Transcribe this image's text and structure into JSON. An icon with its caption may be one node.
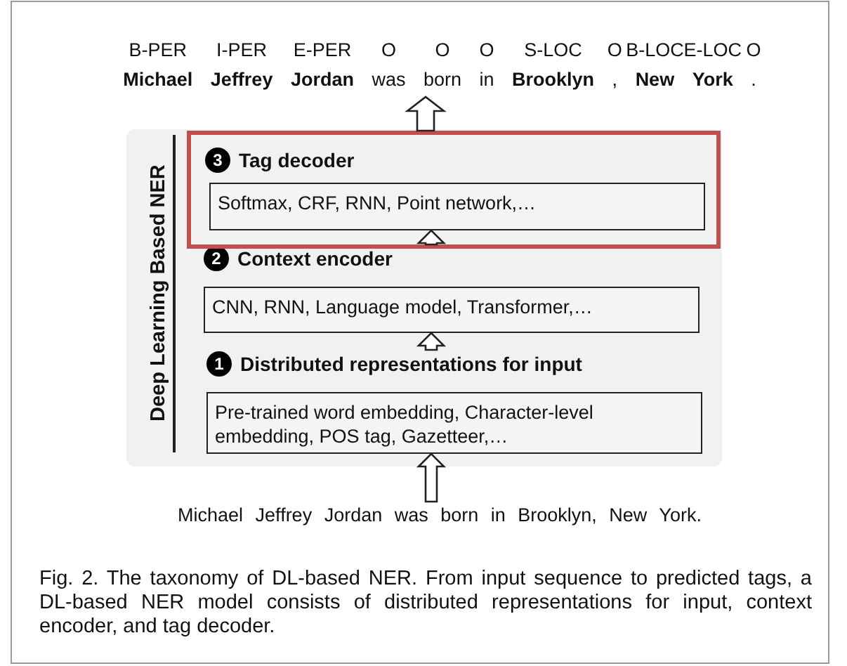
{
  "diagram": {
    "caption": "Fig. 2. The taxonomy of DL-based NER. From input sequence to predicted tags, a DL-based NER model consists of distributed representations for input, context encoder, and tag decoder.",
    "nodes": [
      {
        "text": [
          "**Michael** **Jeffrey** **Jordan** was born in **Brooklyn** , **New** **York** ."
        ],
        "beside": [
          "B-PER",
          "I-PER",
          "E-PER",
          "O",
          "O",
          "O",
          "S-LOC",
          "O",
          "B-LOC",
          "E-LOC",
          "O"
        ]
      },
      {
        "text": [
          "Deep Learning Based NER"
        ]
      },
      {
        "text": [
          "3",
          "Tag decoder"
        ],
        "in": 1
      },
      {
        "text": [
          "Softmax, CRF, RNN, Point network,…"
        ],
        "in": 2
      },
      {
        "text": [
          "2",
          "Context encoder",
          "CNN, RNN, Language model, Transformer,…"
        ],
        "in": 1
      },
      {
        "text": [
          "1",
          "Distributed representations for input",
          "Pre-trained word embedding, Character-level embedding, POS tag, Gazetteer,…"
        ],
        "in": 1
      },
      {
        "text": [
          "Michael Jeffrey Jordan was born in Brooklyn, New York."
        ]
      }
    ],
    "edges": [
      {
        "from": 6,
        "to": 5,
        "arrow": "to"
      },
      {
        "from": 5,
        "to": 4,
        "arrow": "to"
      },
      {
        "from": 4,
        "to": 3,
        "arrow": "to"
      },
      {
        "from": 2,
        "to": 0,
        "arrow": "to"
      }
    ]
  }
}
